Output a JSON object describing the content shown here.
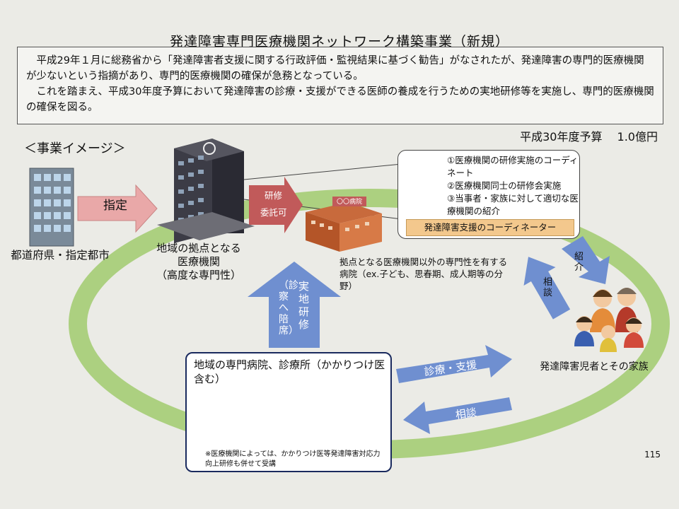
{
  "header": {
    "title": "発達障害専門医療機関ネットワーク構築事業（新規）",
    "summary_lines": [
      "平成29年１月に総務省から「発達障害者支援に関する行政評価・監視結果に基づく勧告」がなされたが、発達障害の専門的医療機関が少ないという指摘があり、専門的医療機関の確保が急務となっている。",
      "これを踏まえ、平成30年度予算において発達障害の診療・支援ができる医師の養成を行うための実地研修等を実施し、専門的医療機関の確保を図る。"
    ],
    "budget": "平成30年度予算　 1.0億円"
  },
  "diagram": {
    "image_label": "＜事業イメージ＞",
    "prefecture_label": "都道府県・指定都市",
    "designation_arrow": "指定",
    "hub_label_lines": [
      "地域の拠点となる",
      "医療機関",
      "（高度な専門性）"
    ],
    "training_label": "研修",
    "advice_label": "委託可",
    "hospital_sign": "〇〇病院",
    "hospital_note": "拠点となる医療機関以外の専門性を有する病院（ex.子ども、思春期、成人期等の分野）",
    "coordinator": {
      "items": [
        "①医療機関の研修実施のコーディネート",
        "②医療機関同士の研修会実施",
        "③当事者・家族に対して適切な医療機関の紹介"
      ],
      "bar_label": "発達障害支援のコーディネーター"
    },
    "introduce_arrow": "紹介",
    "consult_arrow_right": "相談",
    "family_label": "発達障害児者とその家族",
    "practical_training": "実地研修",
    "practical_training_sub": "（診察へ陪席）",
    "clinic": {
      "title": "地域の専門病院、診療所（かかりつけ医含む）",
      "note": "※医療機関によっては、かかりつけ医等発達障害対応力向上研修も併せて受講"
    },
    "care_arrow": "診療・支援",
    "consult_arrow_bottom": "相談",
    "page_number": "115"
  },
  "colors": {
    "ring_green": "#a9cf7a",
    "designation_pink": "#e9a8a8",
    "training_red": "#c15a5a",
    "blue_arrow": "#6f8fd0",
    "coordinator_bar": "#f3c88d",
    "clinic_border": "#1a2a5e"
  }
}
